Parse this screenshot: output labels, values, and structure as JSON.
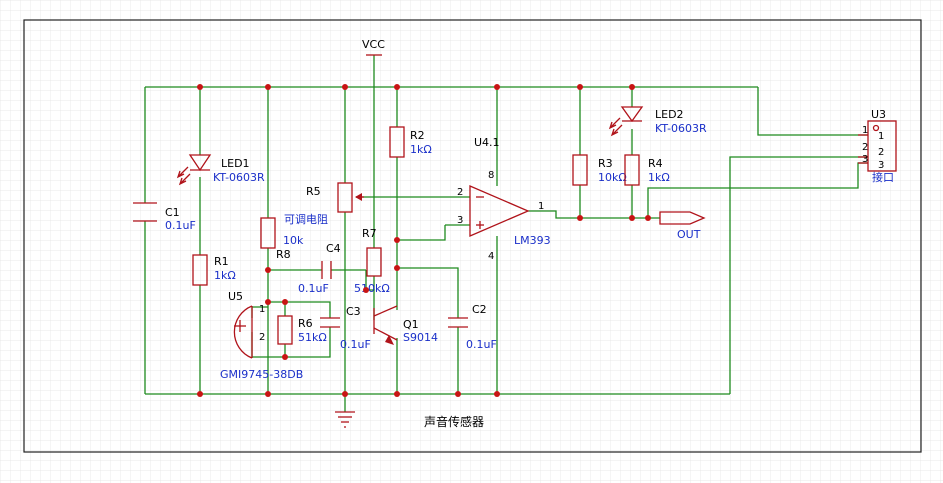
{
  "power": {
    "vcc": "VCC"
  },
  "title": "声音传感器",
  "components": {
    "r1": {
      "ref": "R1",
      "value": "1kΩ"
    },
    "r2": {
      "ref": "R2",
      "value": "1kΩ"
    },
    "r3": {
      "ref": "R3",
      "value": "10kΩ"
    },
    "r4": {
      "ref": "R4",
      "value": "1kΩ"
    },
    "r5": {
      "ref": "R5",
      "value": "可调电阻"
    },
    "r6": {
      "ref": "R6",
      "value": "51kΩ"
    },
    "r7": {
      "ref": "R7",
      "value": "510kΩ"
    },
    "r8": {
      "ref": "R8",
      "value": "10k"
    },
    "c1": {
      "ref": "C1",
      "value": "0.1uF"
    },
    "c2": {
      "ref": "C2",
      "value": "0.1uF"
    },
    "c3": {
      "ref": "C3",
      "value": "0.1uF"
    },
    "c4": {
      "ref": "C4",
      "value": "0.1uF"
    },
    "led1": {
      "ref": "LED1",
      "value": "KT-0603R"
    },
    "led2": {
      "ref": "LED2",
      "value": "KT-0603R"
    },
    "u4": {
      "ref": "U4.1",
      "value": "LM393"
    },
    "u5": {
      "ref": "U5",
      "value": "GMI9745-38DB"
    },
    "q1": {
      "ref": "Q1",
      "value": "S9014"
    },
    "u3": {
      "ref": "U3",
      "value": "接口"
    }
  },
  "pins": {
    "u4_inv": "2",
    "u4_noninv": "3",
    "u4_out": "1",
    "u4_vplus": "8",
    "u4_gnd": "4",
    "u5_p1": "1",
    "u5_p2": "2",
    "u3_p1": "1",
    "u3_p2": "2",
    "u3_p3": "3"
  },
  "net_labels": {
    "out": "OUT"
  },
  "colors": {
    "wire": "#1e8a1e",
    "part": "#b0131a",
    "junction": "#c81414",
    "value_text": "#1a2fc9",
    "grid": "#e3e3e3"
  }
}
